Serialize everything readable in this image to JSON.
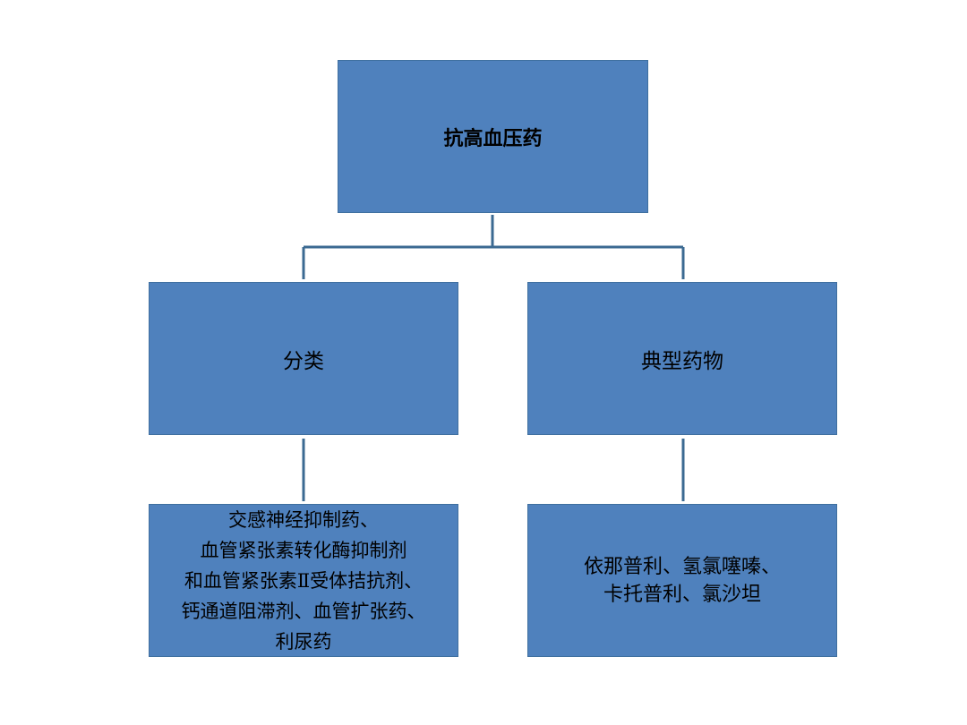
{
  "colors": {
    "node_fill": "#4f81bd",
    "node_border": "#3f6f9f",
    "connector": "#3b6a92",
    "text": "#000000",
    "background": "#ffffff"
  },
  "diagram": {
    "root": {
      "label": "抗高血压药"
    },
    "classification": {
      "label": "分类",
      "detail": "交感神经抑制药、\n血管紧张素转化酶抑制剂\n和血管紧张素Ⅱ受体拮抗剂、\n钙通道阻滞剂、血管扩张药、\n利尿药"
    },
    "typical_drugs": {
      "label": "典型药物",
      "detail": "依那普利、氢氯噻嗪、\n卡托普利、氯沙坦"
    }
  }
}
